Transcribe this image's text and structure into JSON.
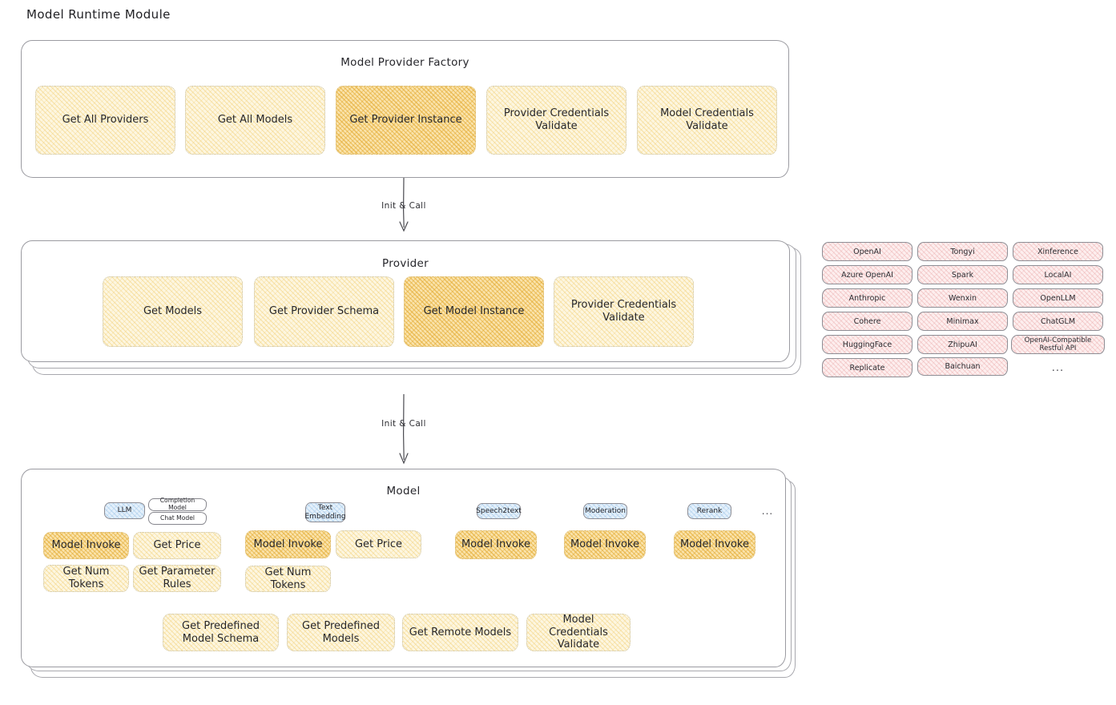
{
  "page": {
    "title": "Model Runtime Module"
  },
  "factory": {
    "title": "Model Provider Factory",
    "methods": [
      {
        "label": "Get All Providers",
        "highlight": false
      },
      {
        "label": "Get All Models",
        "highlight": false
      },
      {
        "label": "Get Provider Instance",
        "highlight": true
      },
      {
        "label": "Provider Credentials Validate",
        "highlight": false
      },
      {
        "label": "Model Credentials Validate",
        "highlight": false
      }
    ]
  },
  "arrows": [
    {
      "label": "Init & Call"
    },
    {
      "label": "Init & Call"
    }
  ],
  "provider": {
    "title": "Provider",
    "methods": [
      {
        "label": "Get Models",
        "highlight": false
      },
      {
        "label": "Get Provider Schema",
        "highlight": false
      },
      {
        "label": "Get Model Instance",
        "highlight": true
      },
      {
        "label": "Provider Credentials Validate",
        "highlight": false
      }
    ]
  },
  "provider_list": {
    "columns": [
      {
        "items": [
          "OpenAI",
          "Azure OpenAI",
          "Anthropic",
          "Cohere",
          "HuggingFace",
          "Replicate"
        ]
      },
      {
        "items": [
          "Tongyi",
          "Spark",
          "Wenxin",
          "Minimax",
          "ZhipuAI",
          "Baichuan"
        ]
      },
      {
        "items": [
          "Xinference",
          "LocalAI",
          "OpenLLM",
          "ChatGLM",
          "OpenAI-Compatible Restful API"
        ]
      }
    ],
    "more": "..."
  },
  "model": {
    "title": "Model",
    "more": "...",
    "types": [
      {
        "badge": "LLM",
        "subbadges": [
          "Completion Model",
          "Chat Model"
        ],
        "methods": [
          "Model Invoke",
          "Get Price",
          "Get Num Tokens",
          "Get Parameter Rules"
        ]
      },
      {
        "badge": "Text Embedding",
        "subbadges": [],
        "methods": [
          "Model Invoke",
          "Get Price",
          "Get Num Tokens"
        ]
      },
      {
        "badge": "Speech2text",
        "subbadges": [],
        "methods": [
          "Model Invoke"
        ]
      },
      {
        "badge": "Moderation",
        "subbadges": [],
        "methods": [
          "Model Invoke"
        ]
      },
      {
        "badge": "Rerank",
        "subbadges": [],
        "methods": [
          "Model Invoke"
        ]
      }
    ],
    "common_methods": [
      "Get Predefined Model Schema",
      "Get Predefined Models",
      "Get Remote Models",
      "Model Credentials Validate"
    ]
  },
  "colors": {
    "chip_fill": "#fdf6e0",
    "chip_highlight_fill": "#fae3ab",
    "pill_fill": "#fdeeee",
    "badge_fill": "#e4f0fb",
    "stroke": "#9b9ba1",
    "text": "#27272a"
  }
}
